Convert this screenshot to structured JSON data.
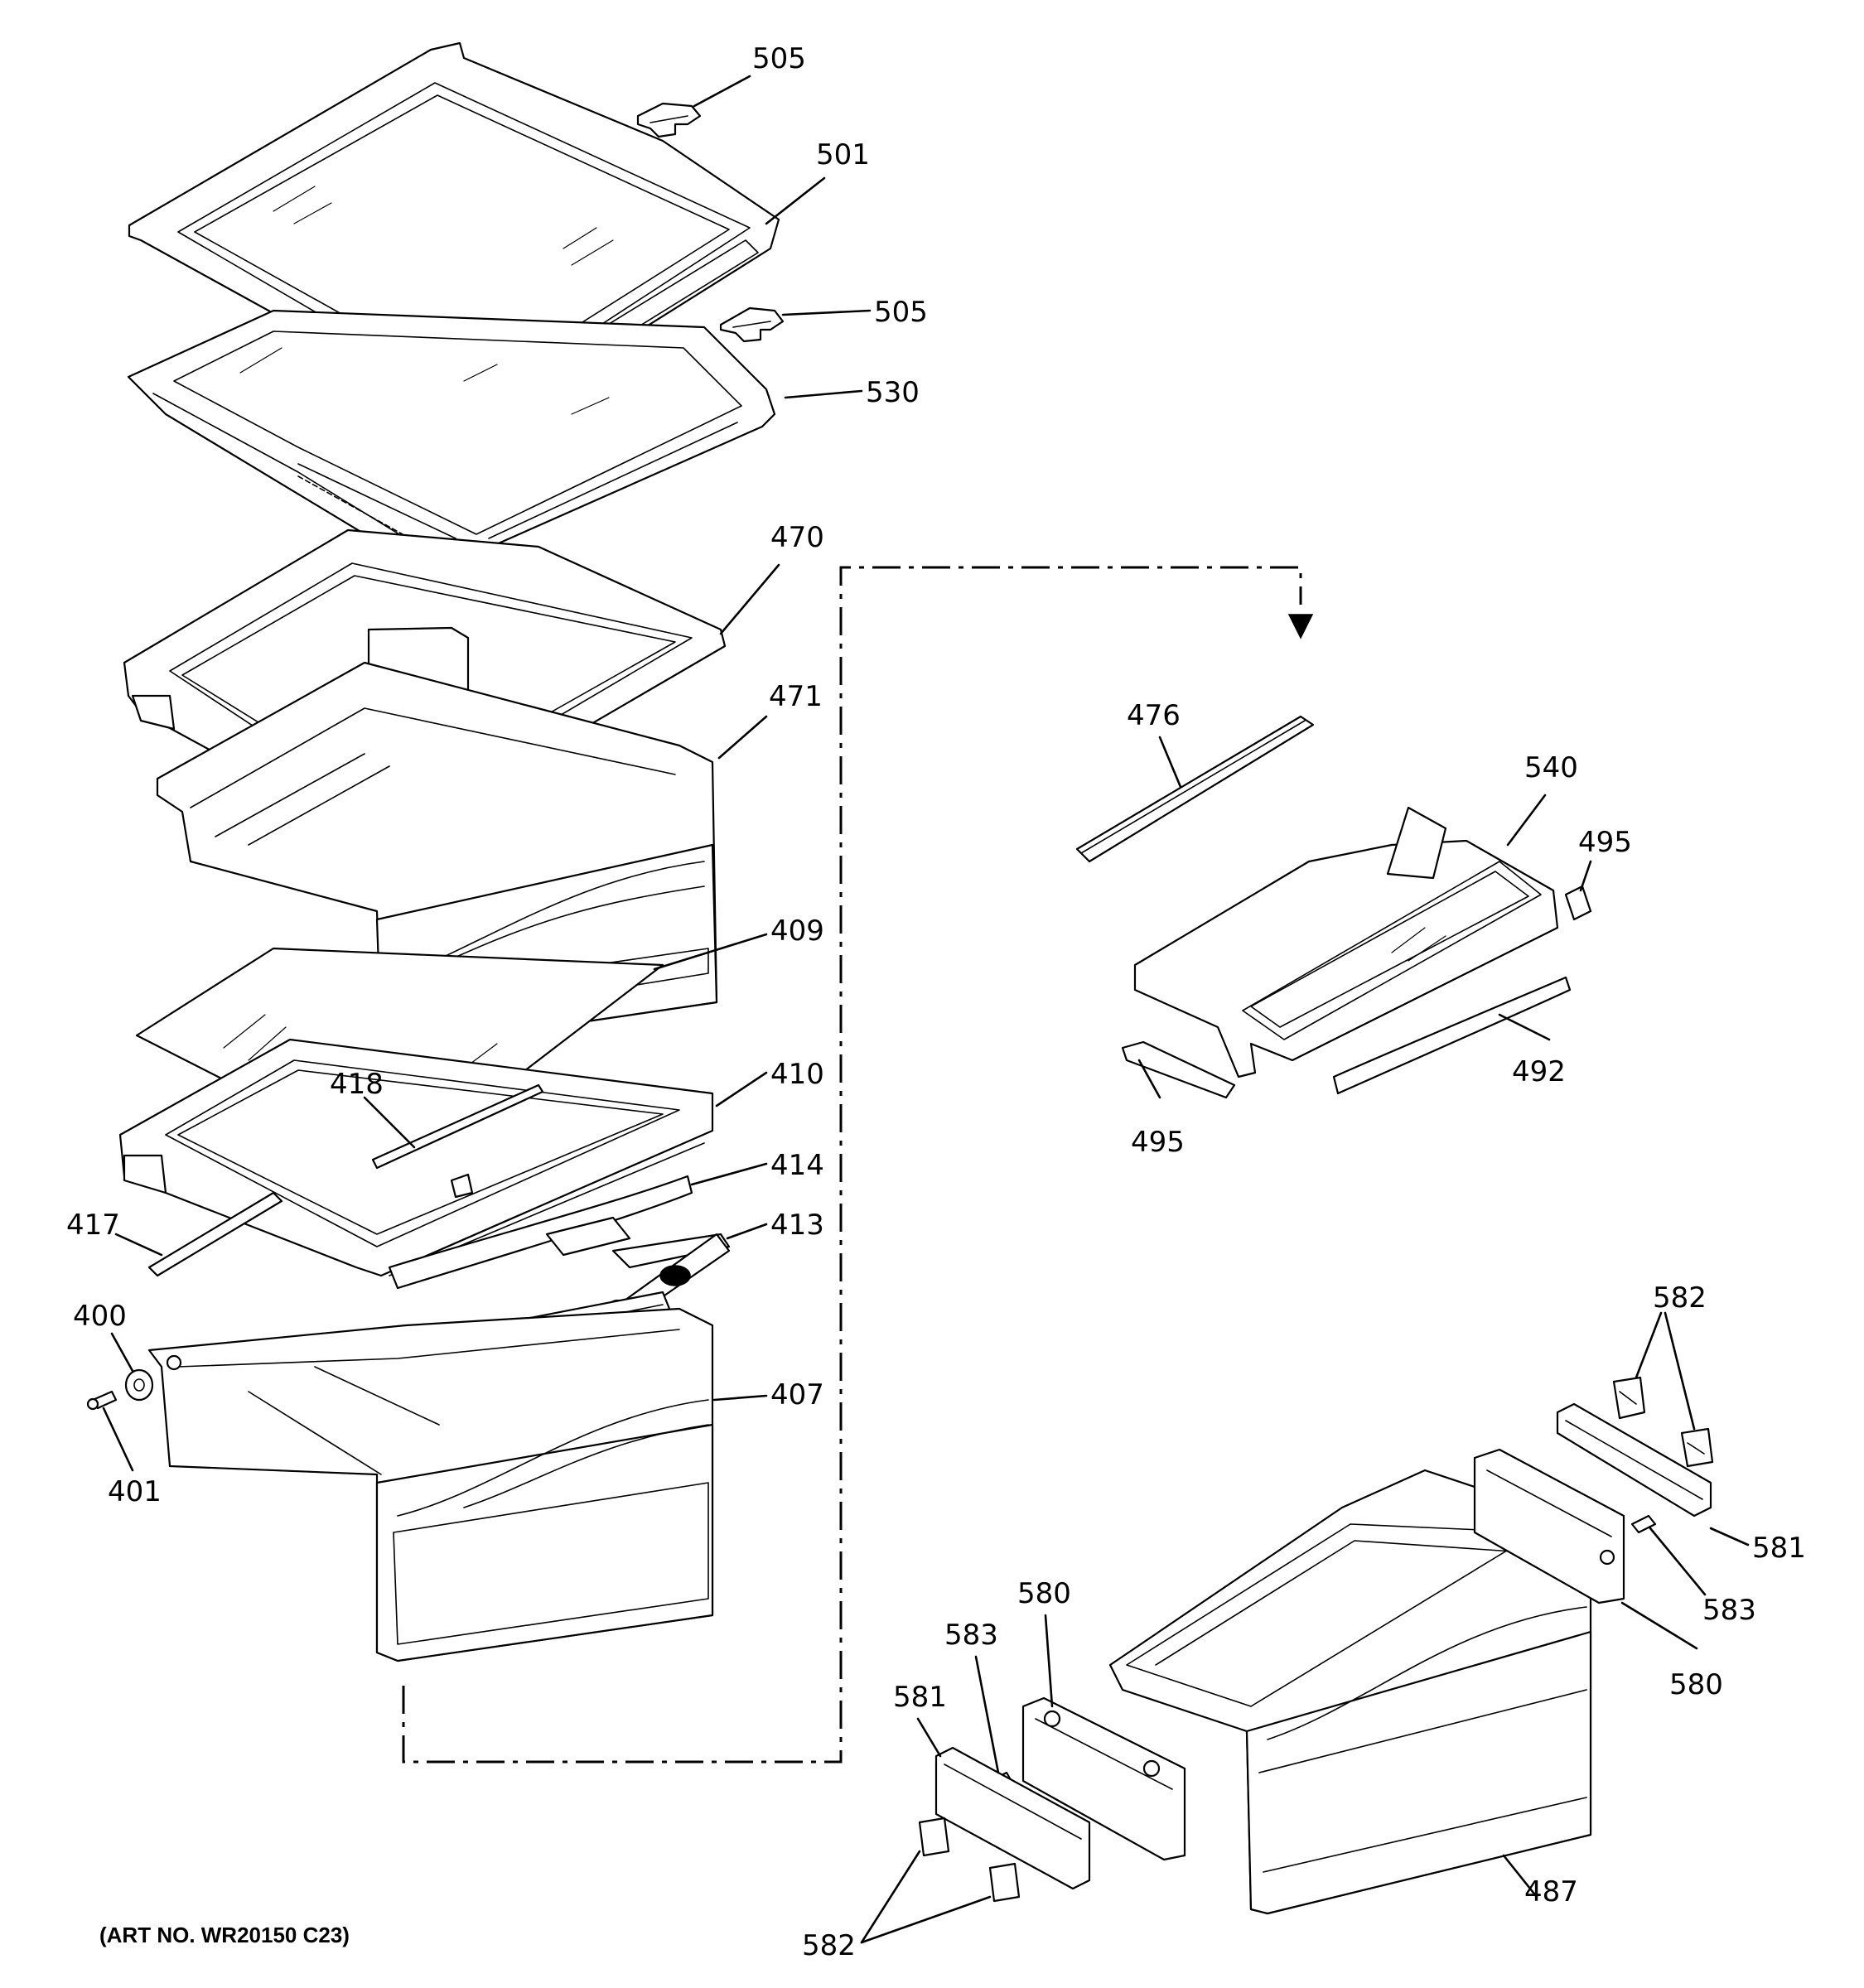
{
  "art_number": "(ART NO. WR20150 C23)",
  "labels": {
    "505_top": "505",
    "501": "501",
    "505_mid": "505",
    "530": "530",
    "470": "470",
    "471": "471",
    "409": "409",
    "418": "418",
    "410": "410",
    "414": "414",
    "417": "417",
    "413": "413",
    "400": "400",
    "401": "401",
    "407": "407",
    "476": "476",
    "540": "540",
    "495_right": "495",
    "492": "492",
    "495_left": "495",
    "582_top": "582",
    "581_right": "581",
    "583_right": "583",
    "580_right": "580",
    "580_left": "580",
    "583_left": "583",
    "581_left": "581",
    "582_bottom": "582",
    "487": "487"
  }
}
